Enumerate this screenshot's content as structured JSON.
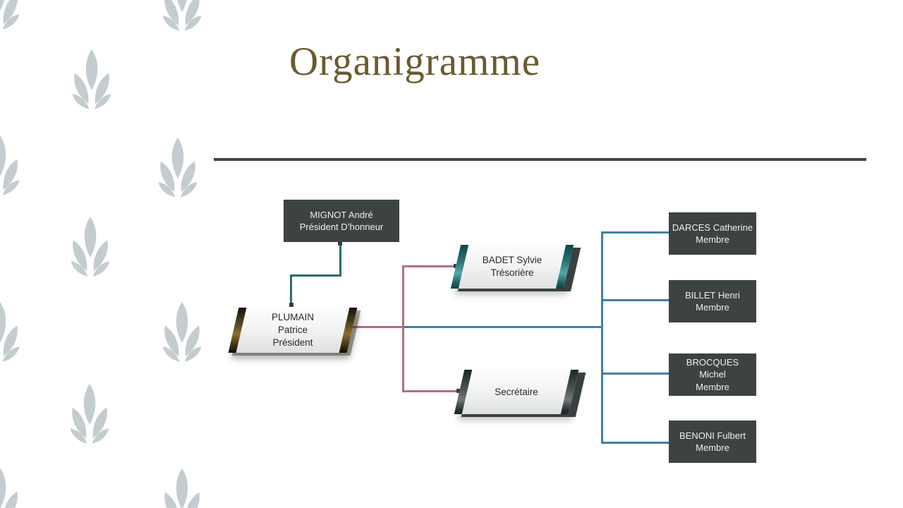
{
  "slide": {
    "title": "Organigramme"
  },
  "colors": {
    "title": "#6b5a2e",
    "divider": "#3f4444",
    "box-dark": "#3d4242",
    "teal": "#23706f",
    "pink": "#b16e86",
    "blue": "#4280a4",
    "dot": "#3a3a3a",
    "leaf": "#c3ccce"
  },
  "org_chart": {
    "type": "org-chart",
    "boxes": {
      "mignot": {
        "lines": [
          "MIGNOT André",
          "Président D’honneur"
        ]
      },
      "plumain": {
        "lines": [
          "PLUMAIN",
          "Patrice",
          "Président"
        ]
      },
      "badet": {
        "lines": [
          "BADET Sylvie",
          "Trésorière"
        ]
      },
      "secretaire": {
        "lines": [
          "Secrétaire"
        ]
      },
      "darces": {
        "lines": [
          "DARCES Catherine",
          "Membre"
        ]
      },
      "billet": {
        "lines": [
          "BILLET Henri",
          "Membre"
        ]
      },
      "brocques": {
        "lines": [
          "BROCQUES",
          "Michel",
          "Membre"
        ]
      },
      "benoni": {
        "lines": [
          "BENONI Fulbert",
          "Membre"
        ]
      }
    },
    "hierarchy": {
      "MIGNOT André — Président D’honneur": [
        "PLUMAIN Patrice — Président"
      ],
      "PLUMAIN Patrice — Président": [
        "BADET Sylvie — Trésorière",
        "Secrétaire",
        "DARCES Catherine — Membre",
        "BILLET Henri — Membre",
        "BROCQUES Michel — Membre",
        "BENONI Fulbert — Membre"
      ]
    }
  }
}
